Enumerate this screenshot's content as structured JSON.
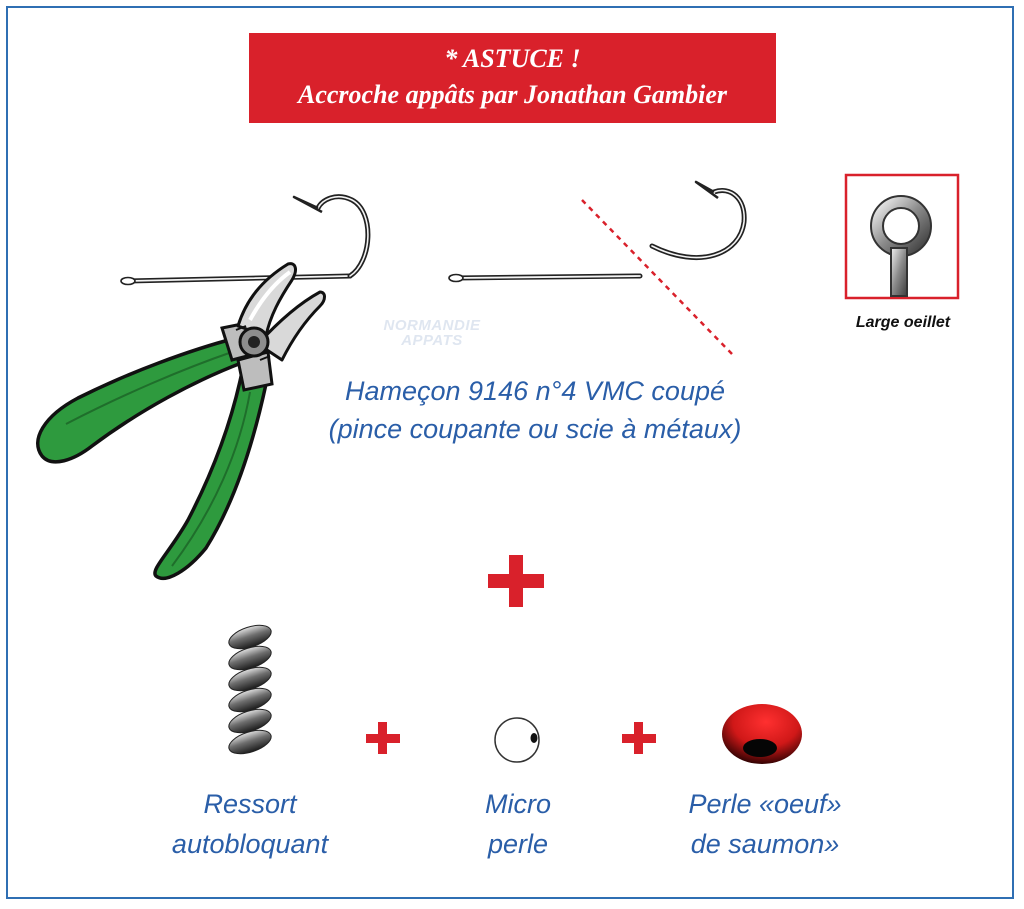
{
  "title": {
    "line1": "* ASTUCE !",
    "line2": "Accroche appâts par Jonathan Gambier"
  },
  "hook_caption": {
    "line1": "Hameçon 9146 n°4 VMC coupé",
    "line2": "(pince coupante ou scie à métaux)"
  },
  "eyelet_label": "Large oeillet",
  "watermark": {
    "line1": "NORMANDIE",
    "line2": "APPATS"
  },
  "items": [
    {
      "line1": "Ressort",
      "line2": "autobloquant"
    },
    {
      "line1": "Micro",
      "line2": "perle"
    },
    {
      "line1": "Perle «oeuf»",
      "line2": "de saumon»"
    }
  ],
  "colors": {
    "frame": "#2f6fb3",
    "title_bg": "#d9212b",
    "accent_red": "#d9212b",
    "label_blue": "#2a5ea8",
    "plier_green": "#2e9a3e"
  },
  "icons": [
    "pliers-icon",
    "fish-hook-icon",
    "cut-hook-icon",
    "eyelet-icon",
    "spring-icon",
    "micro-bead-icon",
    "salmon-egg-bead-icon",
    "plus-icon"
  ]
}
